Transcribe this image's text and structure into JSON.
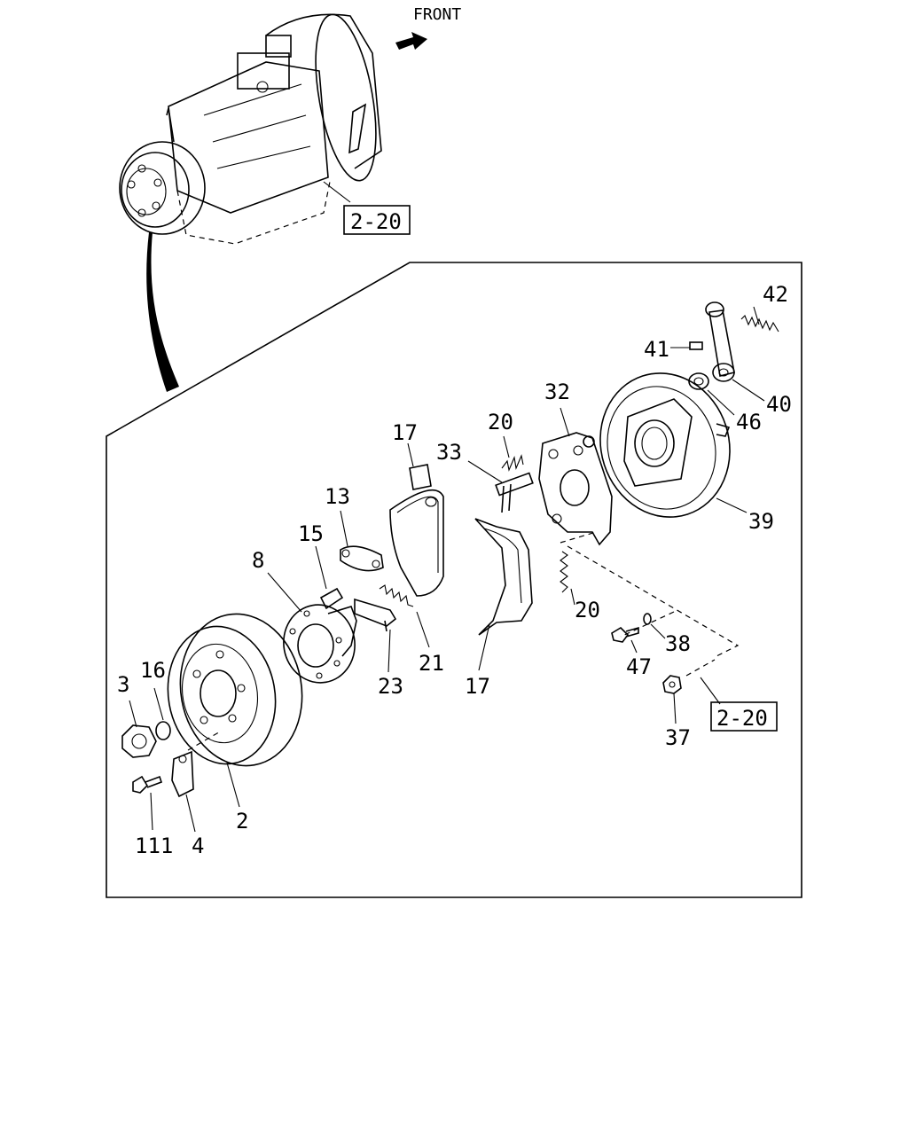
{
  "front_label": "FRONT",
  "refs": {
    "top": "2-20",
    "bottom": "2-20"
  },
  "parts": {
    "p42": "42",
    "p41": "41",
    "p40": "40",
    "p46": "46",
    "p39": "39",
    "p32": "32",
    "p20a": "20",
    "p33": "33",
    "p17a": "17",
    "p13": "13",
    "p15": "15",
    "p8": "8",
    "p20b": "20",
    "p38": "38",
    "p47": "47",
    "p37": "37",
    "p21": "21",
    "p23": "23",
    "p17b": "17",
    "p16": "16",
    "p3": "3",
    "p2": "2",
    "p4": "4",
    "p111": "111"
  }
}
